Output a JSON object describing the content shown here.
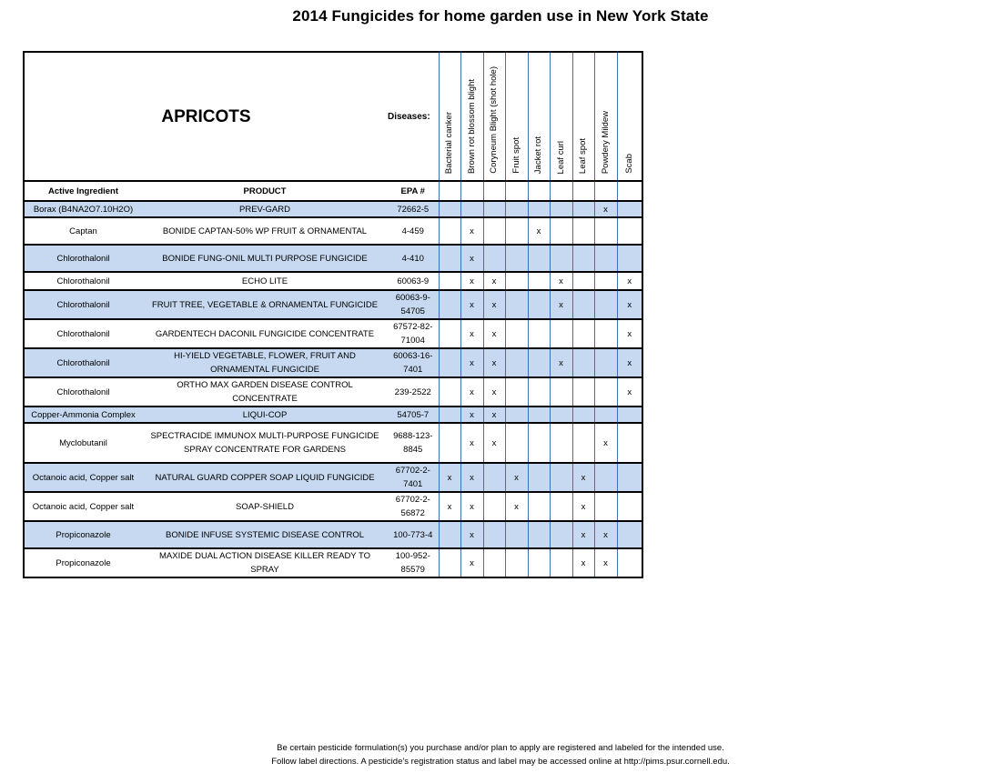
{
  "page": {
    "title": "2014 Fungicides for home garden use in New York State",
    "footer_line1": "Be certain pesticide formulation(s) you purchase and/or plan to apply are registered and labeled for the intended use.",
    "footer_line2": "Follow label directions. A pesticide’s registration status and label may be accessed online at http://pims.psur.cornell.edu."
  },
  "table": {
    "crop": "APRICOTS",
    "diseases_label": "Diseases:",
    "headers": {
      "ingredient": "Active Ingredient",
      "product": "PRODUCT",
      "epa": "EPA #"
    },
    "diseases": [
      "Bacterial canker",
      "Brown rot blossom blight",
      "Coryneum Blight (shot hole)",
      "Fruit spot",
      "Jacket rot",
      "Leaf curl",
      "Leaf spot",
      "Powdery Mildew",
      "Scab"
    ],
    "colors": {
      "shade": "#c6d9f0",
      "divider": "#3c6fb4"
    },
    "rows": [
      {
        "ingredient": "Borax (B4NA2O7.10H2O)",
        "product": "PREV-GARD",
        "epa": "72662-5",
        "marks": [
          "",
          "",
          "",
          "",
          "",
          "",
          "",
          "x",
          ""
        ]
      },
      {
        "ingredient": "Captan",
        "product": "BONIDE CAPTAN-50% WP FRUIT & ORNAMENTAL",
        "epa": "4-459",
        "marks": [
          "",
          "x",
          "",
          "",
          "x",
          "",
          "",
          "",
          ""
        ]
      },
      {
        "ingredient": "Chlorothalonil",
        "product": "BONIDE FUNG-ONIL MULTI PURPOSE FUNGICIDE",
        "epa": "4-410",
        "marks": [
          "",
          "x",
          "",
          "",
          "",
          "",
          "",
          "",
          ""
        ]
      },
      {
        "ingredient": "Chlorothalonil",
        "product": "ECHO LITE",
        "epa": "60063-9",
        "marks": [
          "",
          "x",
          "x",
          "",
          "",
          "x",
          "",
          "",
          "x"
        ]
      },
      {
        "ingredient": "Chlorothalonil",
        "product": "FRUIT TREE, VEGETABLE & ORNAMENTAL FUNGICIDE",
        "epa": "60063-9-54705",
        "marks": [
          "",
          "x",
          "x",
          "",
          "",
          "x",
          "",
          "",
          "x"
        ]
      },
      {
        "ingredient": "Chlorothalonil",
        "product": "GARDENTECH DACONIL FUNGICIDE CONCENTRATE",
        "epa": "67572-82-71004",
        "marks": [
          "",
          "x",
          "x",
          "",
          "",
          "",
          "",
          "",
          "x"
        ]
      },
      {
        "ingredient": "Chlorothalonil",
        "product": "HI-YIELD VEGETABLE, FLOWER, FRUIT AND ORNAMENTAL FUNGICIDE",
        "epa": "60063-16-7401",
        "marks": [
          "",
          "x",
          "x",
          "",
          "",
          "x",
          "",
          "",
          "x"
        ]
      },
      {
        "ingredient": "Chlorothalonil",
        "product": "ORTHO MAX GARDEN DISEASE CONTROL CONCENTRATE",
        "epa": "239-2522",
        "marks": [
          "",
          "x",
          "x",
          "",
          "",
          "",
          "",
          "",
          "x"
        ]
      },
      {
        "ingredient": "Copper-Ammonia Complex",
        "product": "LIQUI-COP",
        "epa": "54705-7",
        "marks": [
          "",
          "x",
          "x",
          "",
          "",
          "",
          "",
          "",
          ""
        ]
      },
      {
        "ingredient": "Myclobutanil",
        "product": "SPECTRACIDE IMMUNOX MULTI-PURPOSE FUNGICIDE SPRAY CONCENTRATE FOR GARDENS",
        "epa": "9688-123-8845",
        "marks": [
          "",
          "x",
          "x",
          "",
          "",
          "",
          "",
          "x",
          ""
        ]
      },
      {
        "ingredient": "Octanoic acid, Copper salt",
        "product": "NATURAL GUARD COPPER SOAP LIQUID FUNGICIDE",
        "epa": "67702-2-7401",
        "marks": [
          "x",
          "x",
          "",
          "x",
          "",
          "",
          "x",
          "",
          ""
        ]
      },
      {
        "ingredient": "Octanoic acid, Copper salt",
        "product": "SOAP-SHIELD",
        "epa": "67702-2-56872",
        "marks": [
          "x",
          "x",
          "",
          "x",
          "",
          "",
          "x",
          "",
          ""
        ]
      },
      {
        "ingredient": "Propiconazole",
        "product": "BONIDE INFUSE SYSTEMIC DISEASE CONTROL",
        "epa": "100-773-4",
        "marks": [
          "",
          "x",
          "",
          "",
          "",
          "",
          "x",
          "x",
          ""
        ]
      },
      {
        "ingredient": "Propiconazole",
        "product": "MAXIDE DUAL ACTION DISEASE KILLER READY TO SPRAY",
        "epa": "100-952-85579",
        "marks": [
          "",
          "x",
          "",
          "",
          "",
          "",
          "x",
          "x",
          ""
        ]
      }
    ]
  }
}
